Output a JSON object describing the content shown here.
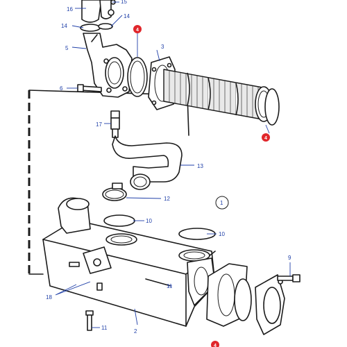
{
  "callouts": {
    "c1": "1",
    "c2": "2",
    "c3": "3",
    "c4a": "4",
    "c4b": "4",
    "c4c": "4",
    "c5": "5",
    "c6": "6",
    "c9": "9",
    "c10a": "10",
    "c10b": "10",
    "c11a": "11",
    "c11b": "11",
    "c12": "12",
    "c13": "13",
    "c14a": "14",
    "c14b": "14",
    "c15": "15",
    "c16": "16",
    "c17": "17",
    "c18": "18"
  },
  "colors": {
    "callout_text": "#1f3fa8",
    "badge_fill": "#e0262b",
    "line": "#1a1a1a"
  }
}
